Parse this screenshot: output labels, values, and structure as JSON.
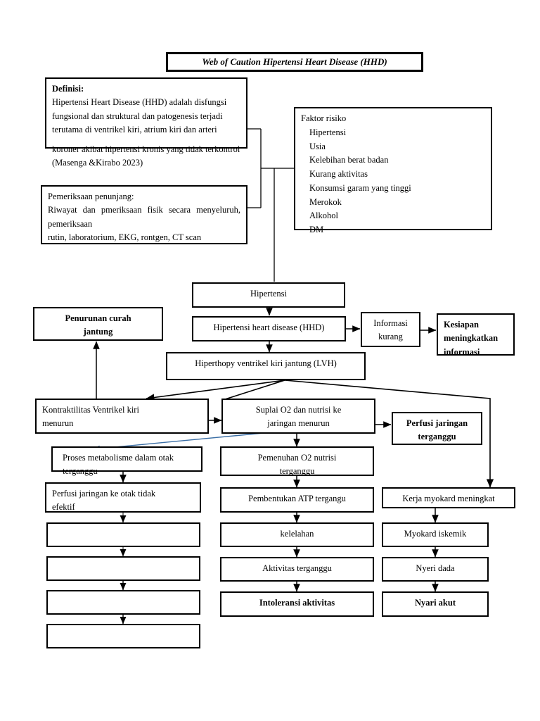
{
  "document": {
    "title": "Web of Caution Hipertensi Heart Disease (HHD)"
  },
  "definisi": {
    "heading": "Definisi:",
    "para1": "Hipertensi Heart Disease (HHD) adalah disfungsi fungsional dan struktural dan patogenesis terjadi terutama di ventrikel kiri, atrium kiri dan arteri",
    "para2": "koroner akibat hipertensi kronis yang  tidak terkontrol (Masenga &Kirabo 2023)"
  },
  "pemeriksaan": {
    "heading": "Pemeriksaan penunjang:",
    "line1": "Riwayat dan pmeriksaan fisik secara menyeluruh, pemeriksaan",
    "line2": "rutin, laboratorium, EKG, rontgen, CT scan"
  },
  "faktor_risiko": {
    "heading": "Faktor risiko",
    "items": [
      "Hipertensi",
      "Usia",
      "Kelebihan berat badan",
      "Kurang aktivitas",
      "Konsumsi garam yang tinggi",
      "Merokok",
      "Alkohol",
      "DM"
    ]
  },
  "flow": {
    "hipertensi": "Hipertensi",
    "hhd": "Hipertensi heart disease (HHD)",
    "lvh": "Hiperthopy ventrikel kiri jantung (LVH)",
    "informasi_kurang": "Informasi\nkurang",
    "kesiapan": "Kesiapan meningkatkan informasi",
    "penurunan_curah": "Penurunan curah\njantung",
    "kontraktilitas": "Kontraktilitas Ventrikel kiri\nmenurun",
    "suplai_o2": "Suplai O2 dan nutrisi ke\njaringan menurun",
    "perfusi_jaringan_terganggu": "Perfusi jaringan\nterganggu",
    "proses_metabolisme": "Proses metabolisme dalam otak\nterganggu",
    "perfusi_otak": "Perfusi jaringan ke otak tidak\nefektif",
    "pemenuhan_o2": "Pemenuhan O2 nutrisi\nterganggu",
    "pembentukan_atp": "Pembentukan ATP tergangu",
    "kelelahan": "kelelahan",
    "aktivitas_terganggu": "Aktivitas terganggu",
    "intoleransi": "Intoleransi aktivitas",
    "kerja_myokard": "Kerja myokard meningkat",
    "myokard_iskemik": "Myokard iskemik",
    "nyeri_dada": "Nyeri dada",
    "nyari_akut": "Nyari akut",
    "empty_1": "",
    "empty_2": "",
    "empty_3": "",
    "empty_4": ""
  },
  "colors": {
    "stroke": "#000000",
    "accent_link": "#3a6ea5",
    "background": "#ffffff"
  }
}
